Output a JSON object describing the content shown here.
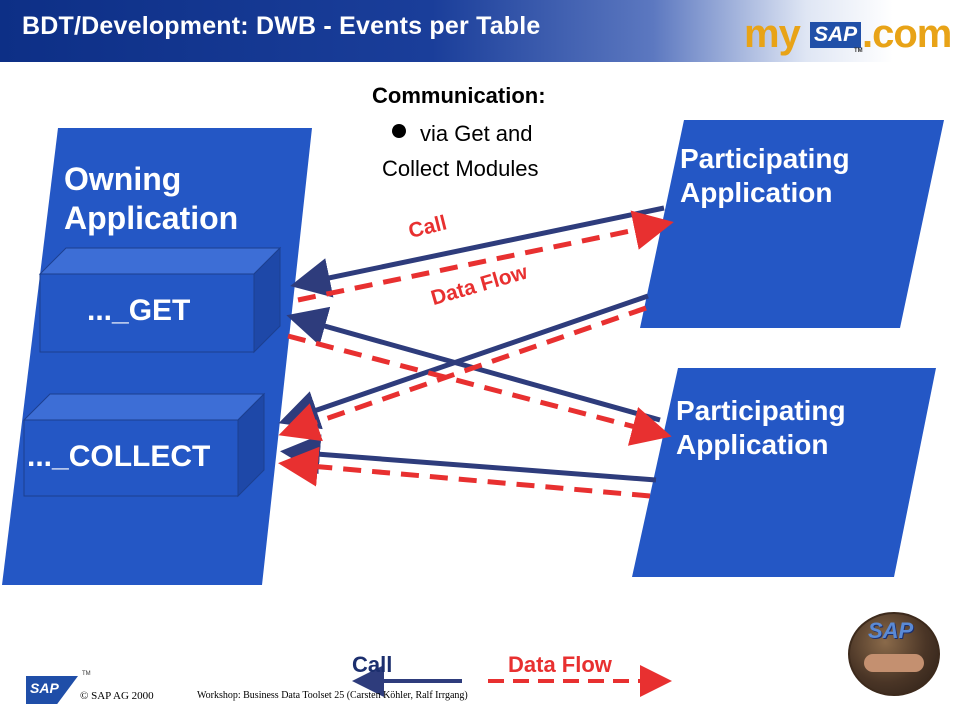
{
  "header": {
    "title": "BDT/Development: DWB -  Events per Table",
    "logo_my": "my",
    "logo_sap": "SAP",
    "logo_com": ".com",
    "logo_tm": "TM"
  },
  "communication": {
    "title": "Communication:",
    "line1": "via Get and",
    "line2": "Collect Modules"
  },
  "owning_app": {
    "line1": "Owning",
    "line2": "Application",
    "get_module": "..._GET",
    "collect_module": "..._COLLECT"
  },
  "participating_app_1": {
    "line1": "Participating",
    "line2": "Application"
  },
  "participating_app_2": {
    "line1": "Participating",
    "line2": "Application"
  },
  "flow_labels": {
    "call": "Call",
    "data_flow": "Data Flow"
  },
  "legend": {
    "call": "Call",
    "data_flow": "Data Flow"
  },
  "footer": {
    "logo": "SAP",
    "tm": "TM",
    "copyright": "© SAP AG 2000",
    "text": "Workshop: Business Data Toolset 25 (Carsten Köhler, Ralf Irrgang)"
  },
  "badge": {
    "text": "SAP"
  },
  "colors": {
    "shape_blue": "#2457c5",
    "call_arrow": "#2e3c7c",
    "data_flow": "#e83030",
    "title_white": "#ffffff"
  }
}
